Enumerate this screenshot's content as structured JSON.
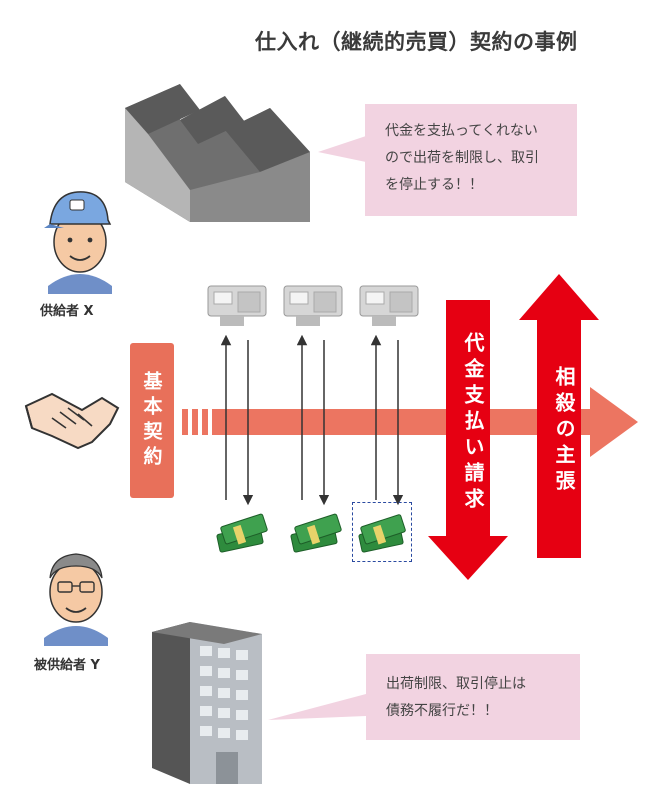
{
  "title": "仕入れ（継続的売買）契約の事例",
  "bubble_top": {
    "lines": [
      "代金を支払ってくれない",
      "ので出荷を制限し、取引",
      "を停止する！！"
    ]
  },
  "bubble_bottom": {
    "lines": [
      "出荷制限、取引停止は",
      "債務不履行だ！！"
    ]
  },
  "supplier_label": "供給者 X",
  "buyer_label": "被供給者 Y",
  "contract_label": "基本契約",
  "payment_demand_label": "代金支払い請求",
  "setoff_label": "相殺の主張",
  "colors": {
    "contract_arrow": "#ec7561",
    "red_arrow": "#e60012",
    "bubble": "#f2d3e1",
    "money_green": "#2e8b3d"
  },
  "icons": [
    "factory-icon",
    "supplier-person-icon",
    "handshake-icon",
    "cash-register-icon",
    "money-bundle-icon",
    "buyer-person-icon",
    "office-building-icon"
  ]
}
